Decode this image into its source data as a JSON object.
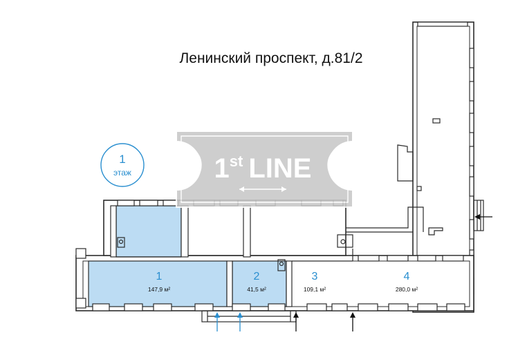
{
  "title": "Ленинский проспект, д.81/2",
  "floor": {
    "number": "1",
    "label": "этаж"
  },
  "logo": {
    "prefix": "1",
    "superscript": "st",
    "word": "LINE"
  },
  "rooms": [
    {
      "number": "1",
      "area": "147,9 м²"
    },
    {
      "number": "2",
      "area": "41,5 м²"
    },
    {
      "number": "3",
      "area": "109,1 м²"
    },
    {
      "number": "4",
      "area": "280,0 м²"
    }
  ],
  "colors": {
    "accent": "#2a8fd0",
    "highlight": "#bcdcf3",
    "wall": "#2b2b2b",
    "watermark": "#c8c8c8"
  },
  "entrances": {
    "highlighted_arrows": 2,
    "regular_arrows": 3
  }
}
